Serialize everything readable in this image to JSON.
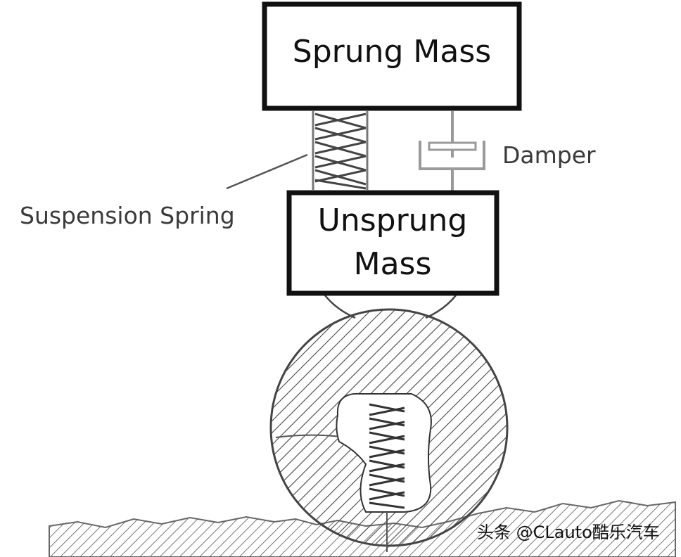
{
  "labels": {
    "sprung_mass": "Sprung Mass",
    "unsprung_mass_line1": "Unsprung",
    "unsprung_mass_line2": "Mass",
    "damper": "Damper",
    "suspension_spring": "Suspension Spring"
  },
  "watermark": "头条 @CLauto酷乐汽车",
  "colors": {
    "box_stroke": "#111111",
    "line": "#555555",
    "damper": "#9a9a9a",
    "hatch": "#444444"
  }
}
